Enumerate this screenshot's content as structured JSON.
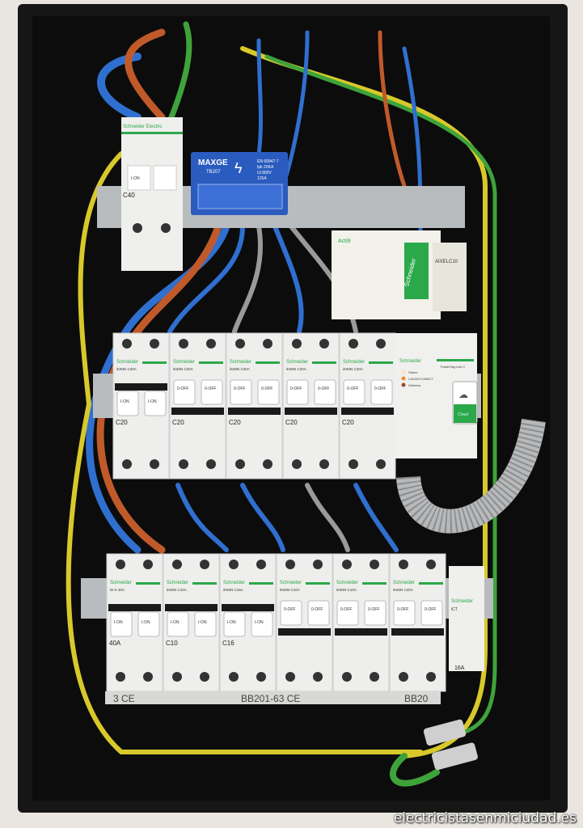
{
  "watermark": "electricistasenmiciudad.es",
  "brand": "Schneider Electric",
  "brand_short": "Schneider",
  "distribution_block": {
    "brand": "MAXGE",
    "model": "TB207",
    "specs": [
      "EN 60947-7",
      "Ipk 20KA",
      "Ui 800V",
      "125A"
    ]
  },
  "top_breaker": {
    "rating": "C40",
    "handle": "I-ON"
  },
  "acti9_box": {
    "label": "Acti9",
    "brand": "Schneider",
    "side_label": "AIXELC10"
  },
  "row2": {
    "breakers": [
      {
        "rating": "C20",
        "type": "iK60N C20A",
        "handle": "I-ON"
      },
      {
        "rating": "C20",
        "type": "iK60N C20A",
        "handle": "0-OFF"
      },
      {
        "rating": "C20",
        "type": "iK60N C20A",
        "handle": "0-OFF"
      },
      {
        "rating": "C20",
        "type": "iK60N C20A",
        "handle": "0-OFF"
      },
      {
        "rating": "C20",
        "type": "iK60N C20A",
        "handle": "0-OFF"
      }
    ],
    "powertag": {
      "title": "PowerTag Link C",
      "leds": [
        "Status",
        "LAN/WI-FI/MBCT",
        "Wireless"
      ],
      "button": "Cloud"
    }
  },
  "row3": {
    "breakers": [
      {
        "rating": "40A",
        "type": "ID K 40A",
        "handle": "I-ON"
      },
      {
        "rating": "C10",
        "type": "iK60N C10A",
        "handle": "I-ON"
      },
      {
        "rating": "C16",
        "type": "iK60N C16A",
        "handle": "I-ON"
      },
      {
        "rating": "",
        "type": "iK60N C10A",
        "handle": "0-OFF"
      },
      {
        "rating": "",
        "type": "iK60N C10A",
        "handle": "0-OFF"
      },
      {
        "rating": "",
        "type": "iK60N C20A",
        "handle": "0-OFF"
      }
    ],
    "contactor": {
      "type": "iCT",
      "rating": "16A"
    },
    "rail_label_left": "3 CE",
    "rail_label": "BB201-63 CE",
    "rail_label_right": "BB20"
  },
  "colors": {
    "wall": "#e9e6e0",
    "box": "#141414",
    "brown": "#c05a2a",
    "blue": "#2f6fd0",
    "earth_yellow": "#d8c92a",
    "earth_green": "#3ea33a",
    "grey": "#9a9a9a",
    "module": "#eeeeec",
    "brand_green": "#2aa84a"
  }
}
